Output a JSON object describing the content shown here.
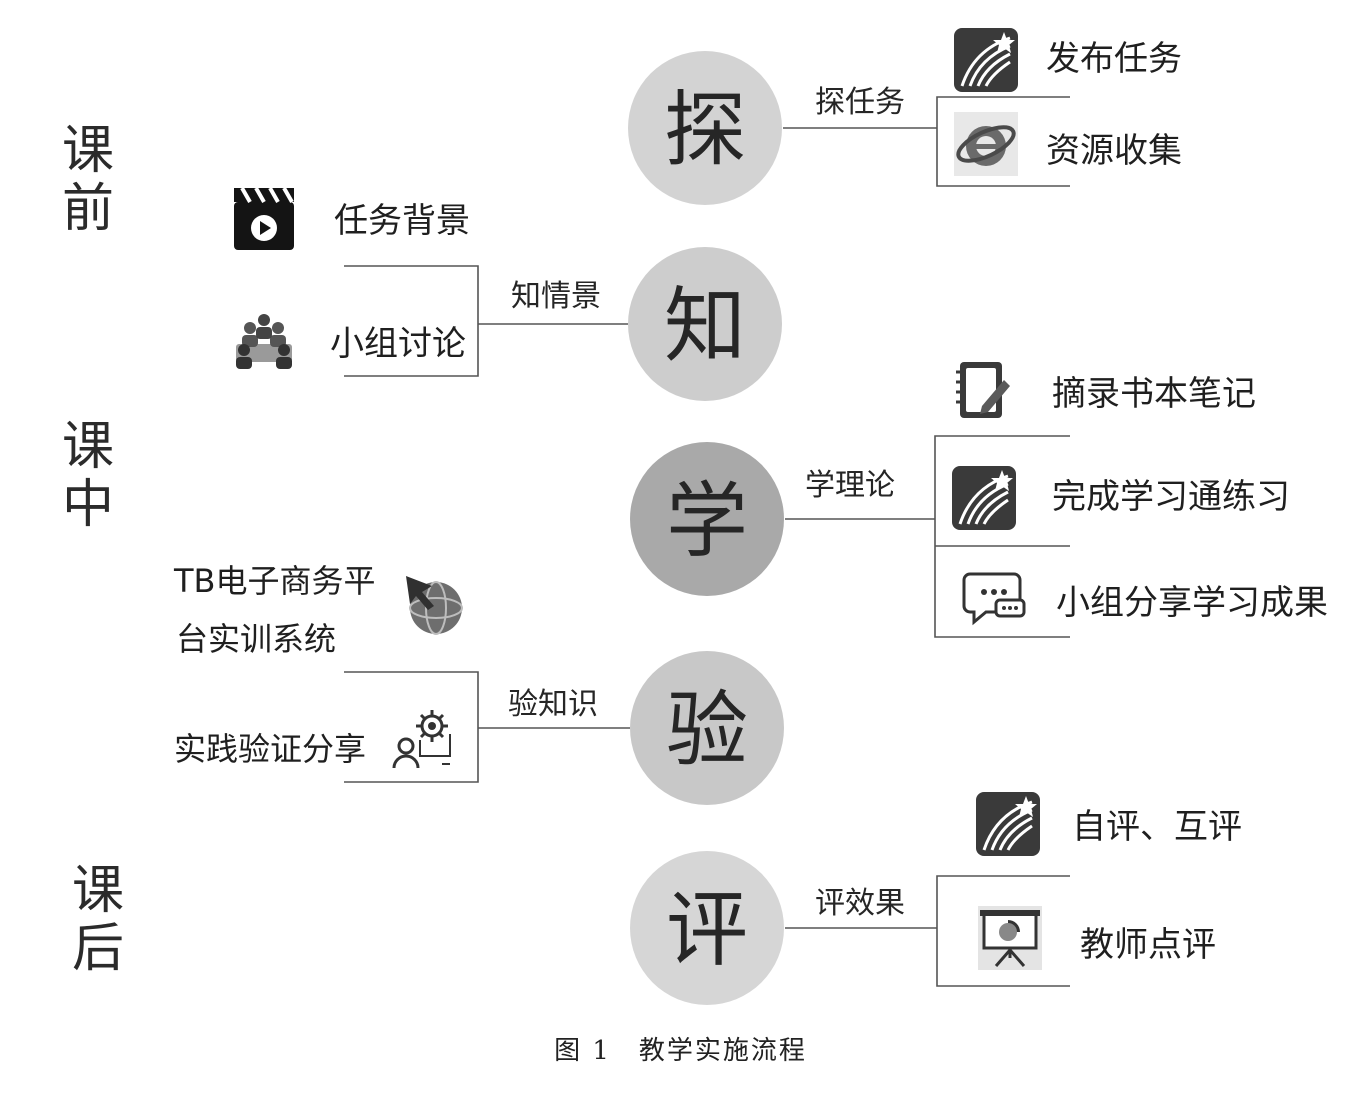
{
  "phases": [
    {
      "chars": [
        "课",
        "前"
      ]
    },
    {
      "chars": [
        "课",
        "中"
      ]
    },
    {
      "chars": [
        "课",
        "后"
      ]
    }
  ],
  "nodes": [
    {
      "char": "探",
      "branch": "探任务",
      "shade": "#d3d3d3",
      "items": [
        {
          "text": "发布任务",
          "icon": "xuexitong-star-icon"
        },
        {
          "text": "资源收集",
          "icon": "internet-explorer-icon"
        }
      ]
    },
    {
      "char": "知",
      "branch": "知情景",
      "shade": "#cdcdcd",
      "items": [
        {
          "text": "任务背景",
          "icon": "video-clapper-icon"
        },
        {
          "text": "小组讨论",
          "icon": "group-meeting-icon"
        }
      ]
    },
    {
      "char": "学",
      "branch": "学理论",
      "shade": "#a9a9a9",
      "items": [
        {
          "text": "摘录书本笔记",
          "icon": "notebook-pen-icon"
        },
        {
          "text": "完成学习通练习",
          "icon": "xuexitong-star-icon"
        },
        {
          "text": "小组分享学习成果",
          "icon": "chat-bubbles-icon"
        }
      ]
    },
    {
      "char": "验",
      "branch": "验知识",
      "shade": "#c8c8c8",
      "items": [
        {
          "text_lines": [
            "TB电子商务平",
            "台实训系统"
          ],
          "icon": "tb-system-globe-icon"
        },
        {
          "text": "实践验证分享",
          "icon": "user-gear-icon"
        }
      ]
    },
    {
      "char": "评",
      "branch": "评效果",
      "shade": "#d6d6d6",
      "items": [
        {
          "text": "自评、互评",
          "icon": "xuexitong-star-icon"
        },
        {
          "text": "教师点评",
          "icon": "presentation-board-icon"
        }
      ]
    }
  ],
  "caption": {
    "figure": "图 1",
    "title": "教学实施流程"
  }
}
